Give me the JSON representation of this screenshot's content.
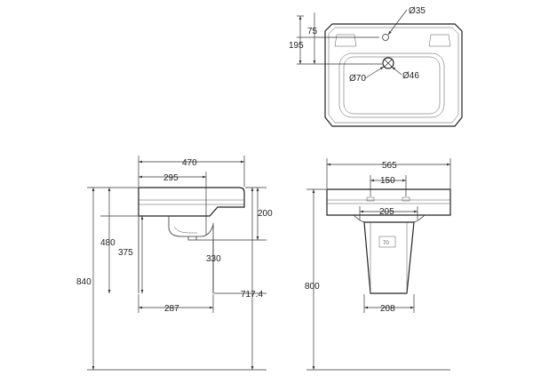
{
  "top_view": {
    "d35": "Ø35",
    "d75": "75",
    "d195": "195",
    "d70": "Ø70",
    "d46": "Ø46"
  },
  "front_view": {
    "d470": "470",
    "d295": "295",
    "d200": "200",
    "d480": "480",
    "d375": "375",
    "d330": "330",
    "d840": "840",
    "d717": "717.4",
    "d287": "287"
  },
  "side_view": {
    "d565": "565",
    "d150": "150",
    "d205": "205",
    "d800": "800",
    "d208": "208",
    "d70": "70"
  }
}
